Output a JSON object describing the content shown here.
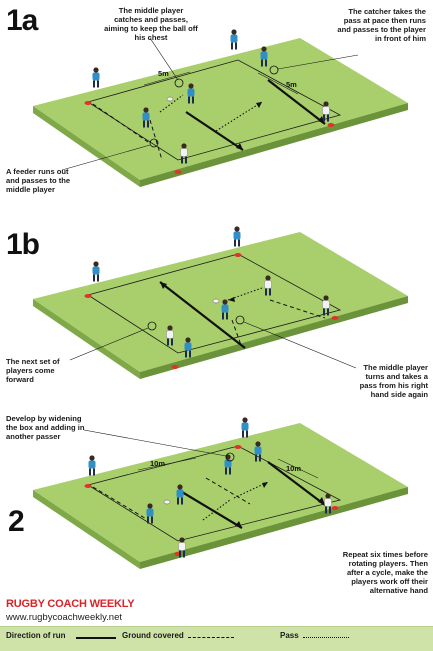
{
  "panels": {
    "p1a": {
      "label": "1a",
      "dist_left": "5m",
      "dist_right": "5m",
      "note_middle": "The middle player catches and passes, aiming to keep the ball off his chest",
      "note_catcher": "The catcher takes the pass at pace then runs and passes to the player in front of him",
      "note_feeder": "A feeder runs out and passes to the middle player"
    },
    "p1b": {
      "label": "1b",
      "note_next": "The next set of players come forward",
      "note_turns": "The middle player turns and takes a pass from his right hand side again"
    },
    "p2": {
      "label": "2",
      "dist_left": "10m",
      "dist_right": "10m",
      "note_develop": "Develop by widening the box and adding in another passer",
      "note_repeat": "Repeat six times before rotating players. Then after a cycle, make the players work off their alternative hand"
    }
  },
  "brand": {
    "name": "RUGBY COACH WEEKLY",
    "url": "www.rugbycoachweekly.net"
  },
  "legend": {
    "run": "Direction of run",
    "ground": "Ground covered",
    "pass": "Pass"
  },
  "colors": {
    "pitch_top": "#a9cf6c",
    "pitch_side": "#7fa848",
    "team_blue": "#2f8fc6",
    "team_white": "#f2f2f2",
    "cone": "#e0332b",
    "brand_red": "#d8232a",
    "legend_bg": "#cfe3a8"
  },
  "icons": {
    "player": "rugby-player-icon",
    "cone": "cone-icon",
    "ball": "rugby-ball-icon"
  }
}
